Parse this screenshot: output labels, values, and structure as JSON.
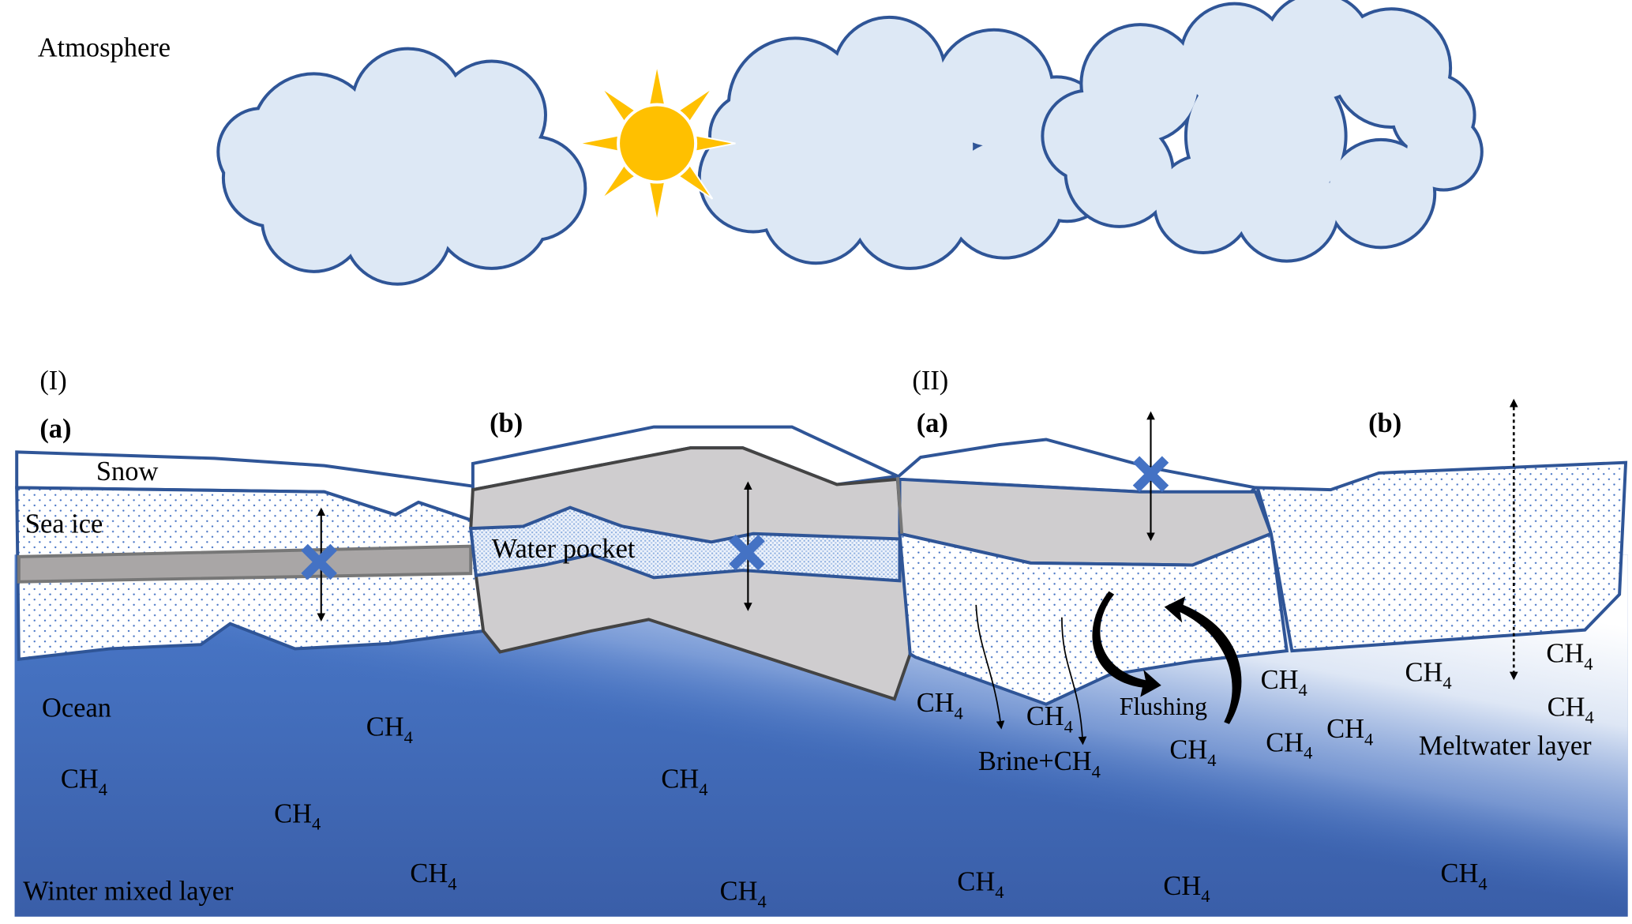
{
  "labels": {
    "atmosphere": "Atmosphere",
    "panel_1": "(I)",
    "panel_2": "(II)",
    "sub_a": "(a)",
    "sub_b": "(b)",
    "snow": "Snow",
    "sea_ice": "Sea ice",
    "water_pocket": "Water pocket",
    "ocean": "Ocean",
    "winter_mixed_layer": "Winter mixed layer",
    "flushing": "Flushing",
    "brine": "Brine+CH",
    "brine_sub": "4",
    "meltwater_layer": "Meltwater layer"
  },
  "methane": {
    "main": "CH",
    "subscript": "4"
  },
  "colors": {
    "cloud_fill": "#dde8f5",
    "outline": "#2f5597",
    "sun": "#ffc000",
    "ocean_deep": "#3a5ea8",
    "ocean": "#4a78c8",
    "ice_gray": "#cfcdcf",
    "band_gray": "#a9a6a6",
    "blocked_mark": "#4472c4"
  },
  "icons": [
    "sun-icon",
    "cloud-icon",
    "double-arrow-icon",
    "blocked-x-icon",
    "flushing-arrow-icon"
  ]
}
